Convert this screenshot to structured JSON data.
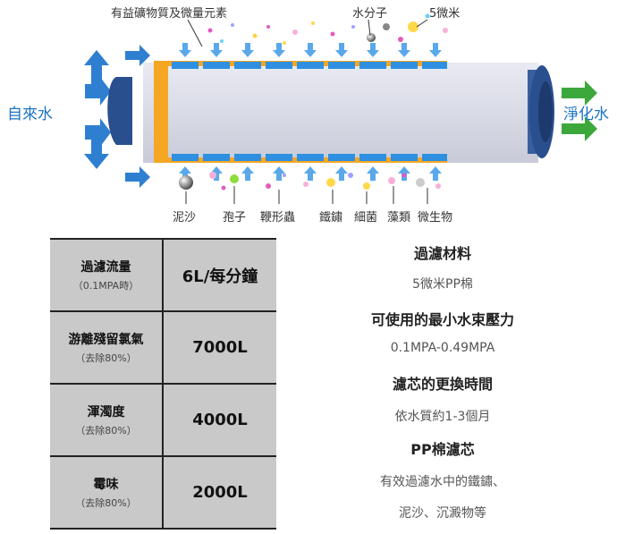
{
  "diagram": {
    "top_labels": {
      "minerals": "有益礦物質及微量元素",
      "water_molecule": "水分子",
      "five_micron": "5微米"
    },
    "inlet_label": "自來水",
    "outlet_label": "淨化水",
    "bottom_labels": [
      "泥沙",
      "孢子",
      "鞭形蟲",
      "鐵鏽",
      "細菌",
      "藻類",
      "微生物"
    ]
  },
  "spec_table": {
    "rows": [
      {
        "key": "過濾流量",
        "sub": "（0.1MPA時）",
        "value": "6L/每分鐘"
      },
      {
        "key": "游離殘留氯氣",
        "sub": "（去除80%）",
        "value": "7000L"
      },
      {
        "key": "渾濁度",
        "sub": "（去除80%）",
        "value": "4000L"
      },
      {
        "key": "霉味",
        "sub": "（去除80%）",
        "value": "2000L"
      }
    ]
  },
  "info": {
    "material_title": "過濾材料",
    "material_text": "5微米PP棉",
    "pressure_title": "可使用的最小水束壓力",
    "pressure_text": "0.1MPA-0.49MPA",
    "replace_title": "濾芯的更換時間",
    "replace_text": "依水質約1-3個月",
    "pp_title": "PP棉濾芯",
    "pp_text_1": "有效過濾水中的鐵鏽、",
    "pp_text_2": "泥沙、沉澱物等"
  },
  "colors": {
    "arrow_blue": "#2f7fd1",
    "outlet_green": "#3ca83c",
    "frame_orange": "#f5a623",
    "slot_blue": "#2f8fe0",
    "end_cap": "#2a4f8f"
  }
}
